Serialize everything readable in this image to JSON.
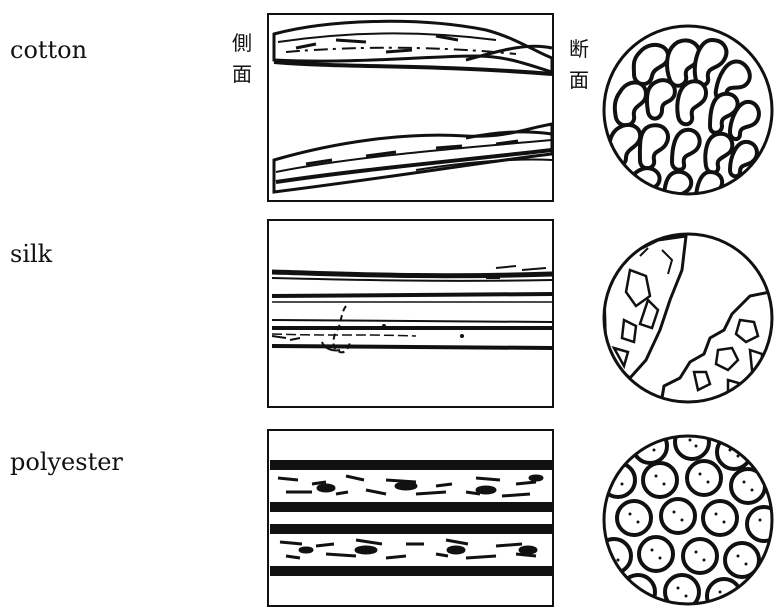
{
  "labels": {
    "side_view": [
      "側",
      "面"
    ],
    "cross_section": [
      "断",
      "面"
    ]
  },
  "fibers": [
    {
      "name": "cotton"
    },
    {
      "name": "silk"
    },
    {
      "name": "polyester"
    }
  ],
  "colors": {
    "ink": "#111111",
    "background": "#ffffff"
  }
}
